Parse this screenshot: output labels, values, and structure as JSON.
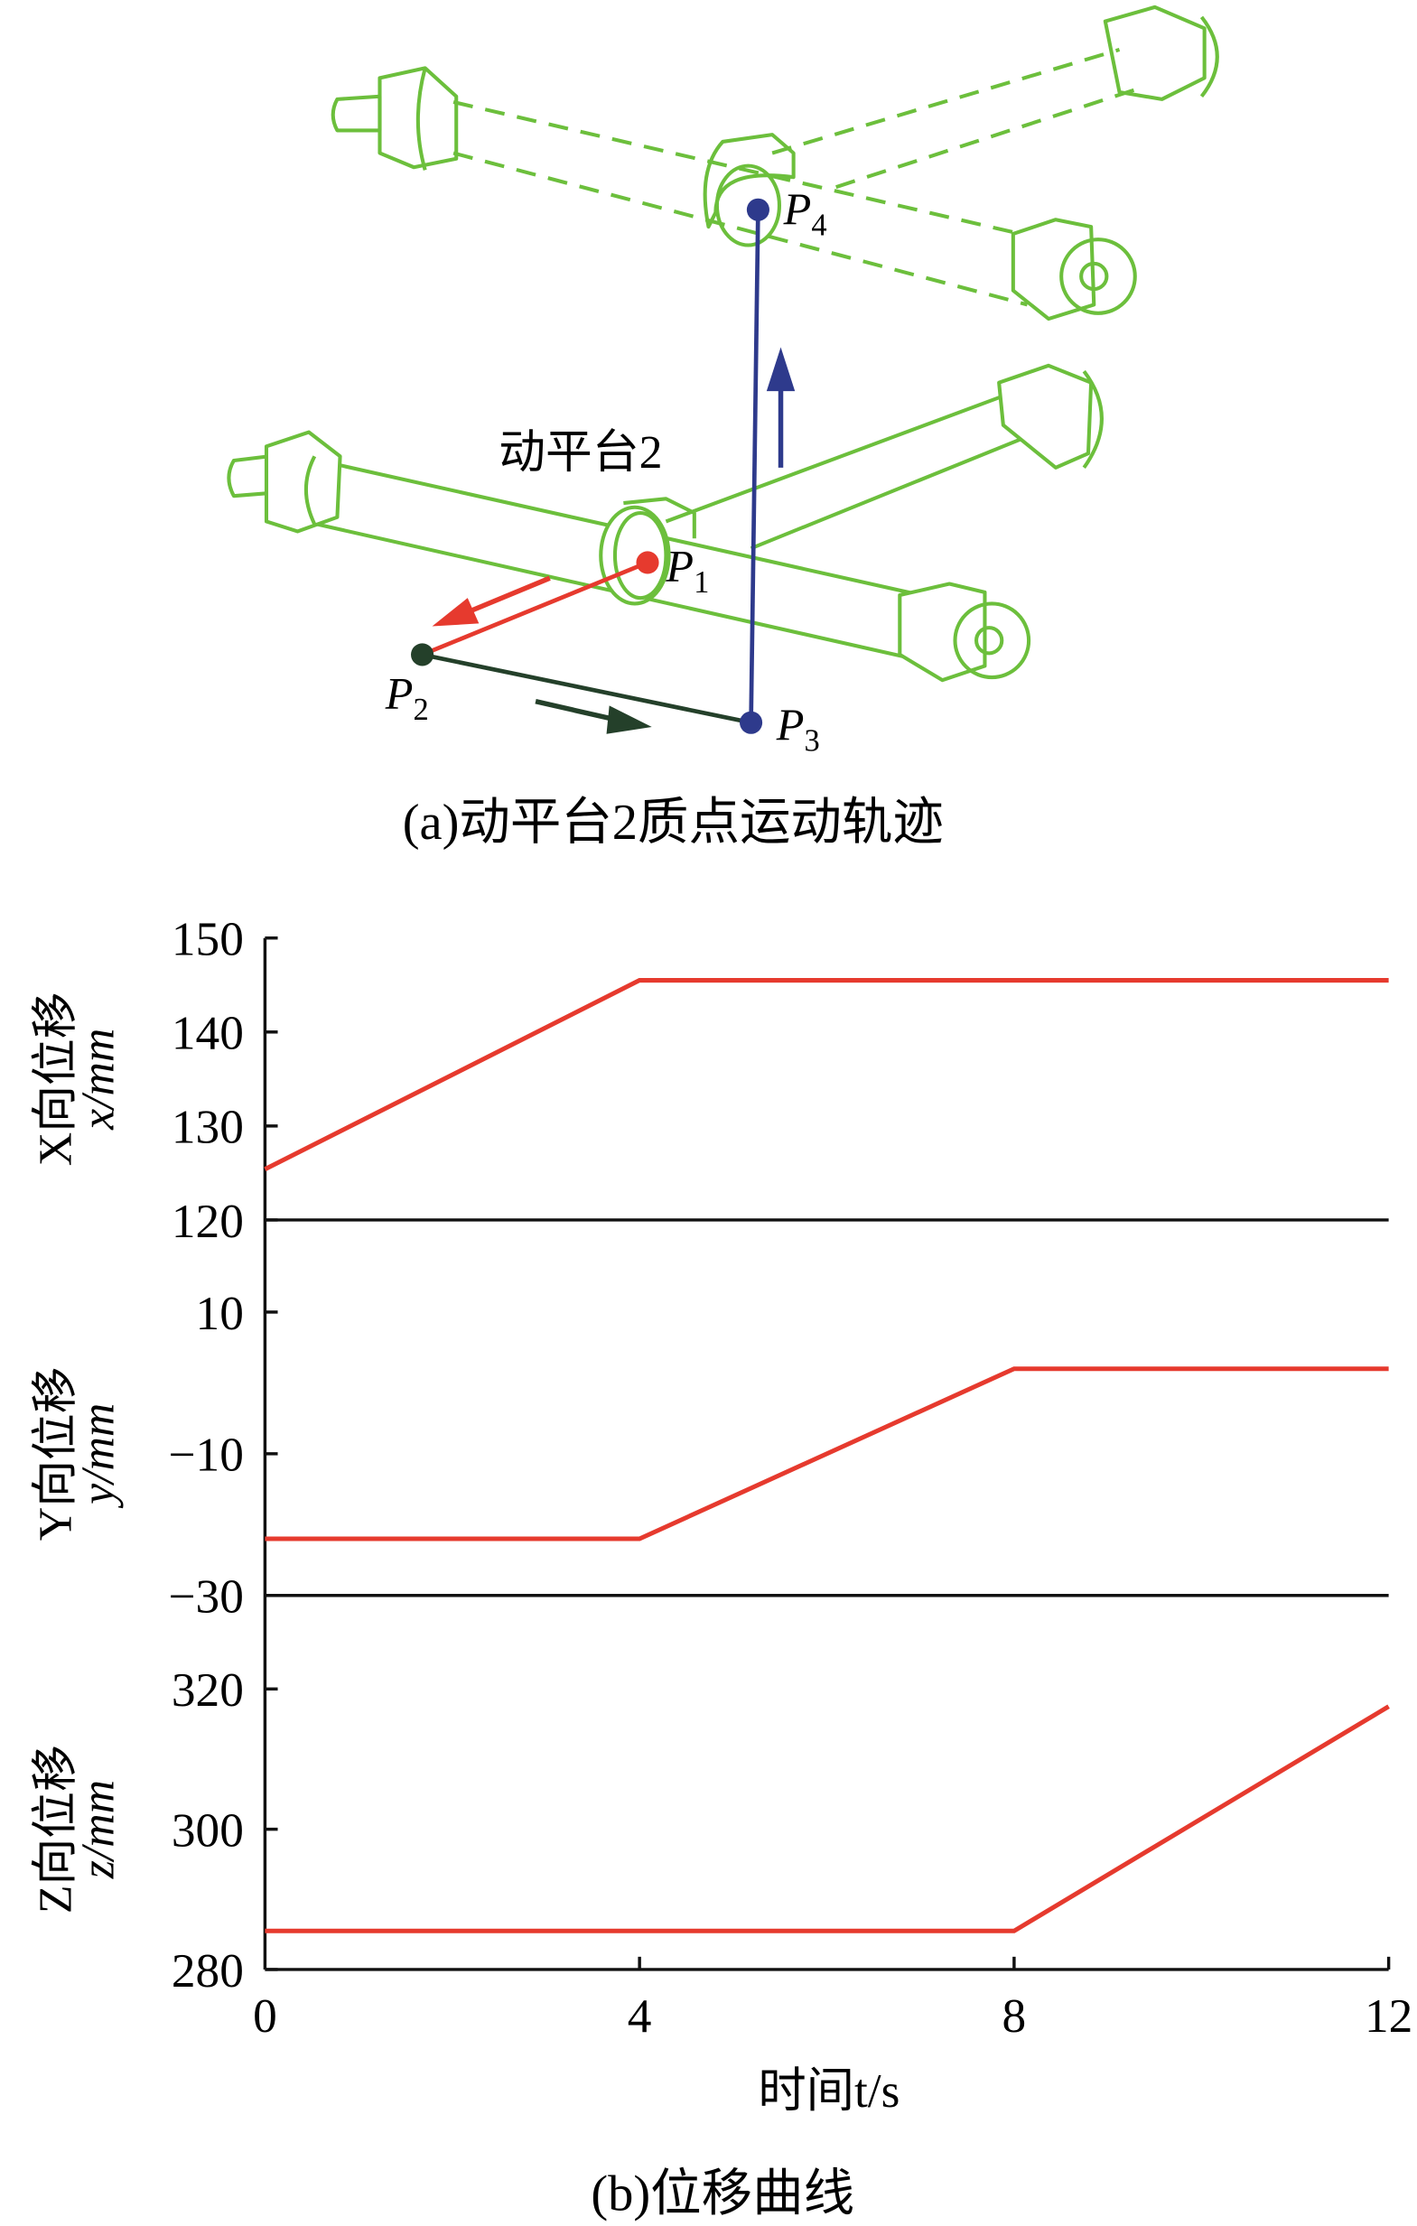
{
  "figure_a": {
    "caption": "(a)动平台2质点运动轨迹",
    "platform_label": "动平台2",
    "points": [
      {
        "name": "P",
        "sub": "1",
        "color": "#e63a2e"
      },
      {
        "name": "P",
        "sub": "2",
        "color": "#24402a"
      },
      {
        "name": "P",
        "sub": "3",
        "color": "#2e3a8c"
      },
      {
        "name": "P",
        "sub": "4",
        "color": "#2e3a8c"
      }
    ],
    "rod_color": "#6cbf3c"
  },
  "figure_b": {
    "caption": "(b)位移曲线"
  },
  "chart_data": {
    "type": "line",
    "xlabel": "时间t/s",
    "x_ticks": [
      "0",
      "4",
      "8",
      "12"
    ],
    "xlim": [
      0,
      12
    ],
    "line_color": "#e63a2e",
    "panels": [
      {
        "ylabel_cn": "X向位移",
        "ylabel_unit": "x/mm",
        "ylim": [
          120,
          150
        ],
        "y_ticks": [
          "150",
          "140",
          "130",
          "120"
        ],
        "y_tick_values": [
          150,
          140,
          130,
          120
        ],
        "x": [
          0,
          4,
          12
        ],
        "y": [
          125.4,
          145.5,
          145.5
        ]
      },
      {
        "ylabel_cn": "Y向位移",
        "ylabel_unit": "y/mm",
        "ylim": [
          -30,
          10
        ],
        "y_ticks": [
          "10",
          "−10",
          "−30"
        ],
        "y_tick_values": [
          10,
          -10,
          -30
        ],
        "x": [
          0,
          4,
          8,
          12
        ],
        "y": [
          -22,
          -22,
          2,
          2
        ]
      },
      {
        "ylabel_cn": "Z向位移",
        "ylabel_unit": "z/mm",
        "ylim": [
          280,
          320
        ],
        "y_ticks": [
          "320",
          "300",
          "280"
        ],
        "y_tick_values": [
          320,
          300,
          280
        ],
        "x": [
          0,
          8,
          12
        ],
        "y": [
          285.5,
          285.5,
          317.5
        ]
      }
    ]
  }
}
